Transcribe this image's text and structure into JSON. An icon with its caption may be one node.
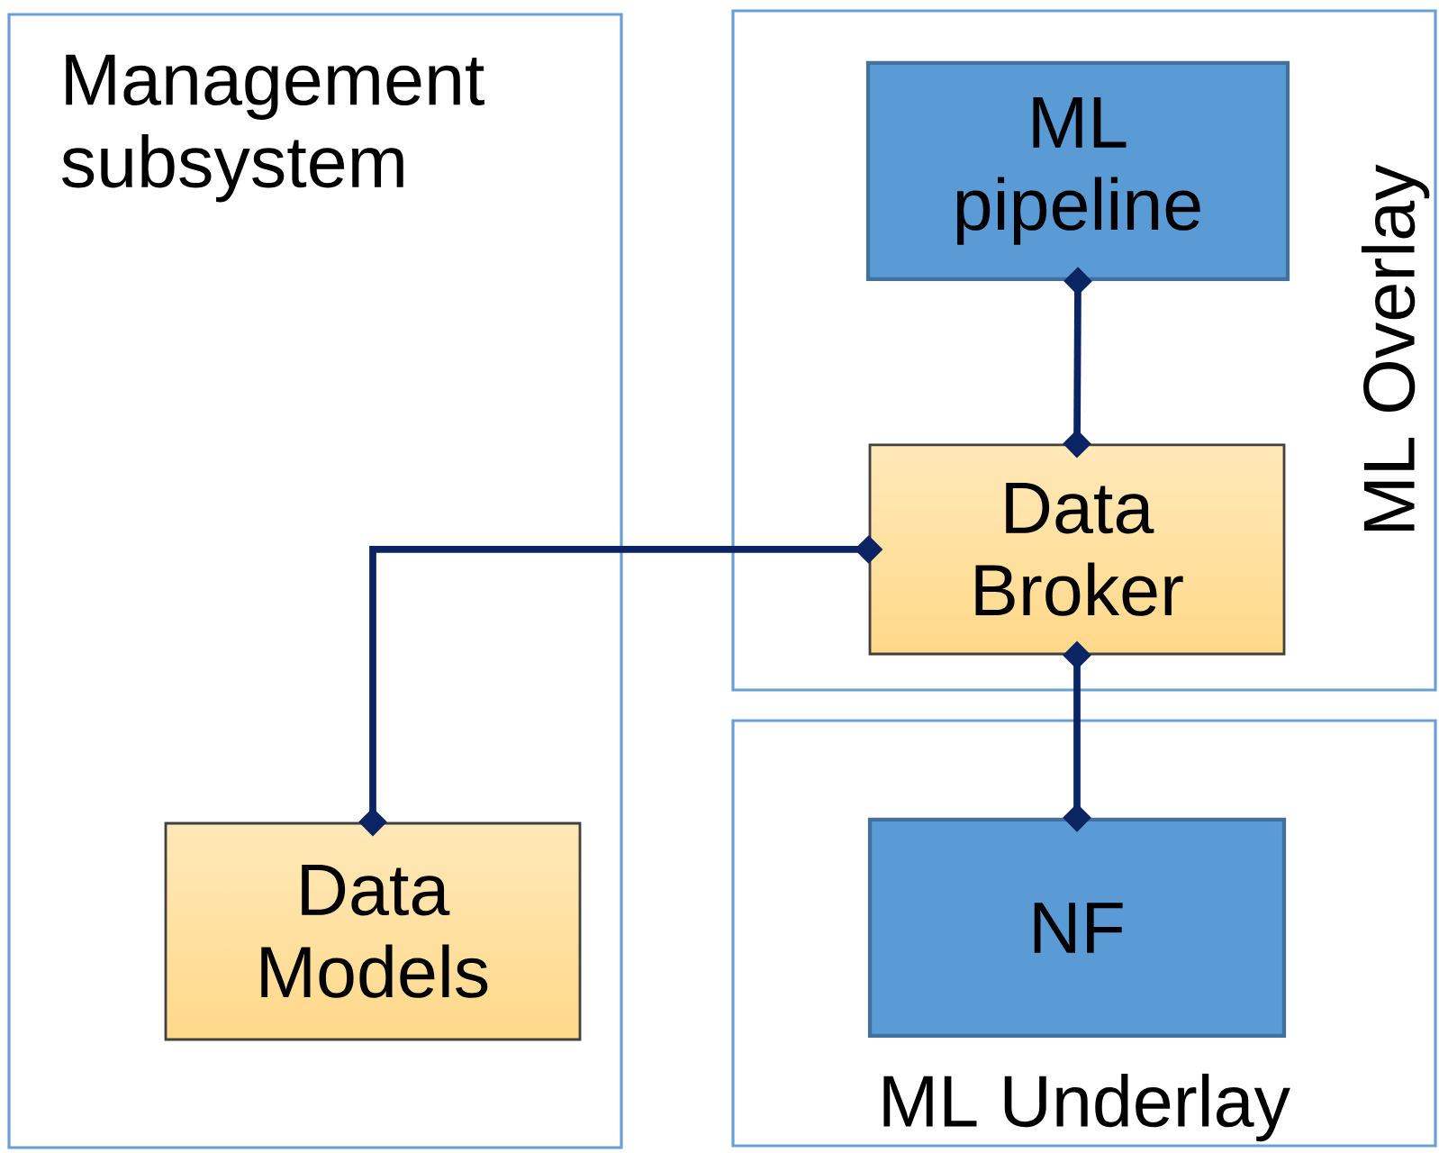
{
  "diagram": {
    "nodes": [
      {
        "text": [
          "Management subsystem"
        ]
      },
      {
        "text": [
          "ML Overlay"
        ]
      },
      {
        "text": [
          "ML pipeline"
        ],
        "in": 1
      },
      {
        "text": [
          "Data Broker"
        ],
        "in": 1
      },
      {
        "text": [
          "ML Underlay"
        ]
      },
      {
        "text": [
          "NF"
        ],
        "in": 4
      },
      {
        "text": [
          "Data Models"
        ],
        "in": 0
      }
    ],
    "edges": [
      {
        "from": 2,
        "to": 3,
        "arrow": "other"
      },
      {
        "from": 3,
        "to": 5,
        "arrow": "other"
      },
      {
        "from": 6,
        "to": 3,
        "arrow": "other"
      }
    ]
  }
}
